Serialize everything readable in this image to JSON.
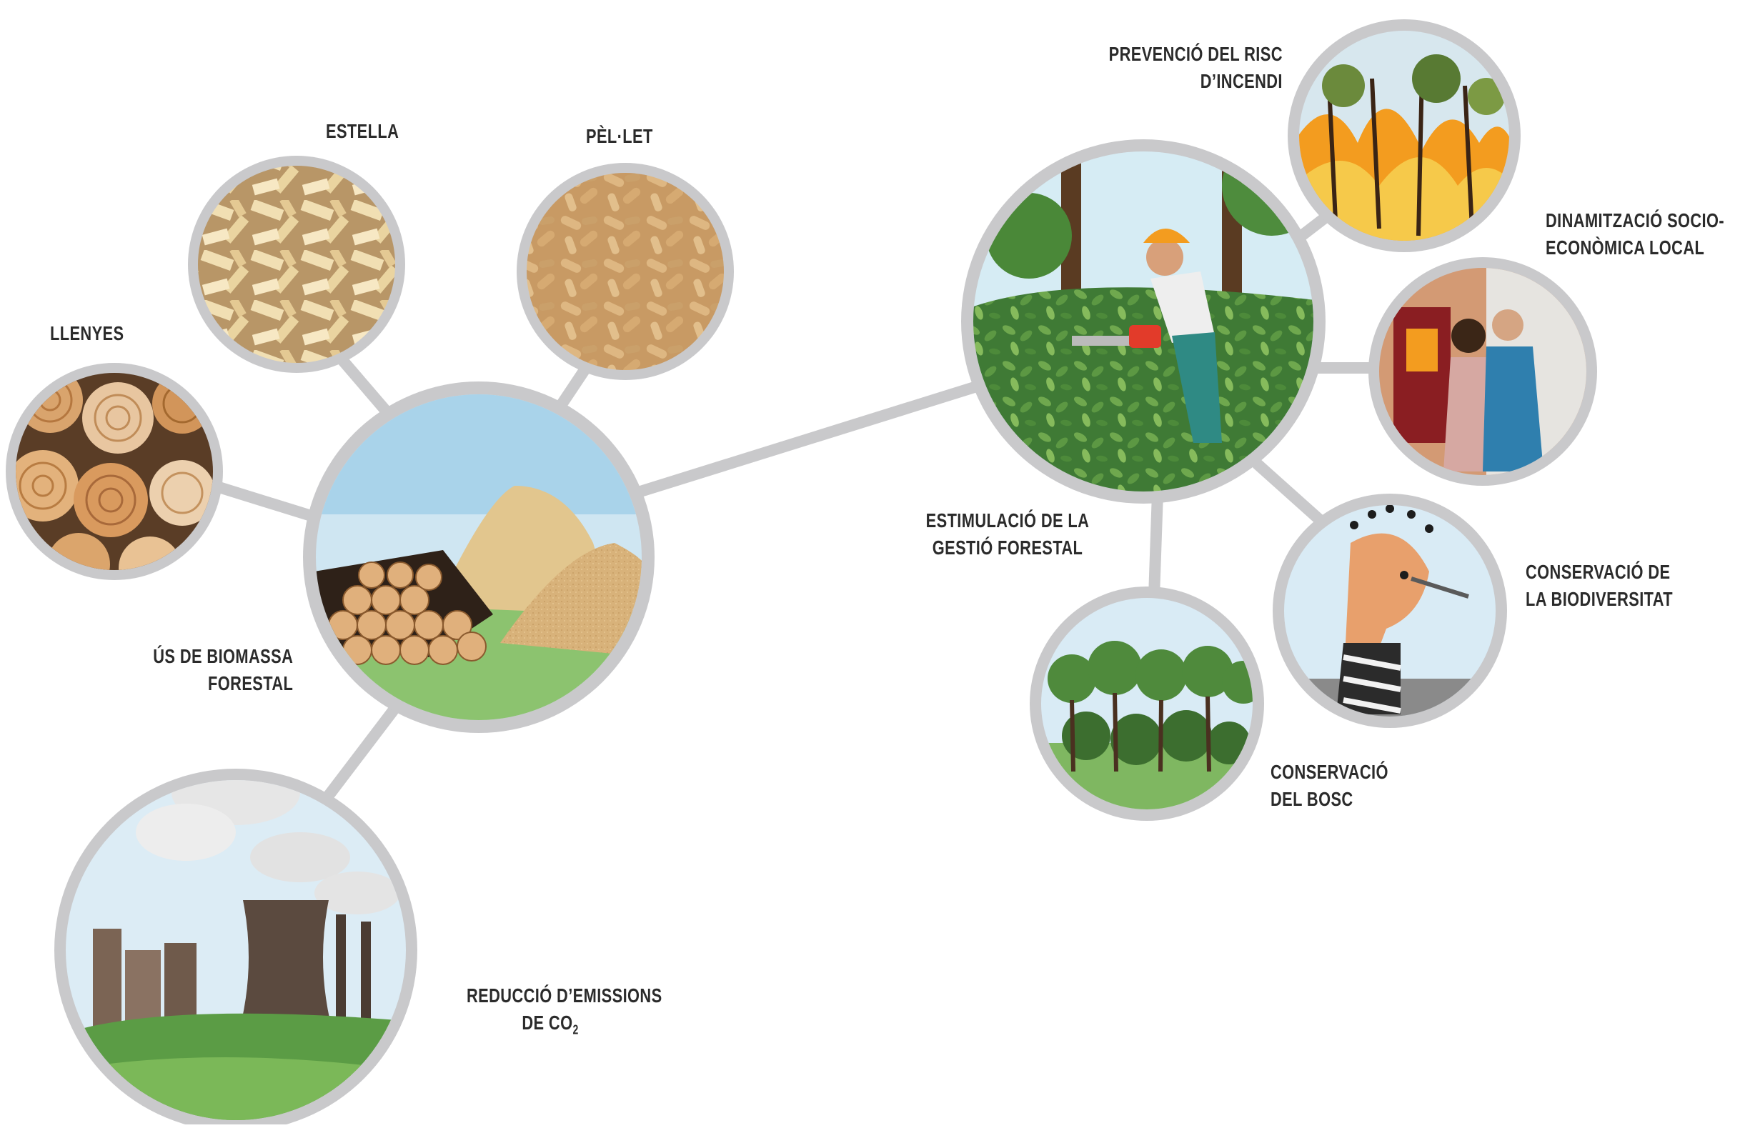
{
  "labels": {
    "llenyes": "LLENYES",
    "estella": "ESTELLA",
    "pellet": "PÈL·LET",
    "us_biomassa": [
      "ÚS DE BIOMASSA",
      "FORESTAL"
    ],
    "reduccio": [
      "REDUCCIÓ D’EMISSIONS",
      "DE CO",
      "2"
    ],
    "prevencio": [
      "PREVENCIÓ DEL RISC",
      "D’INCENDI"
    ],
    "dinamitzacio": [
      "DINAMITZACIÓ SOCIO-",
      "ECONÒMICA LOCAL"
    ],
    "estimulacio": [
      "ESTIMULACIÓ DE LA",
      "GESTIÓ FORESTAL"
    ],
    "conservacio_biodiversitat": [
      "CONSERVACIÓ DE",
      "LA BIODIVERSITAT"
    ],
    "conservacio_bosc": [
      "CONSERVACIÓ",
      "DEL BOSC"
    ]
  },
  "colors": {
    "ring": "#c9c9cb",
    "connector": "#c9c9cb",
    "sky": "#cfe6f2",
    "grass": "#8cc36f",
    "wood": "#d9b98b",
    "fire": "#f39c1f",
    "forest": "#4f8a3c",
    "text": "#2b2b2b"
  }
}
